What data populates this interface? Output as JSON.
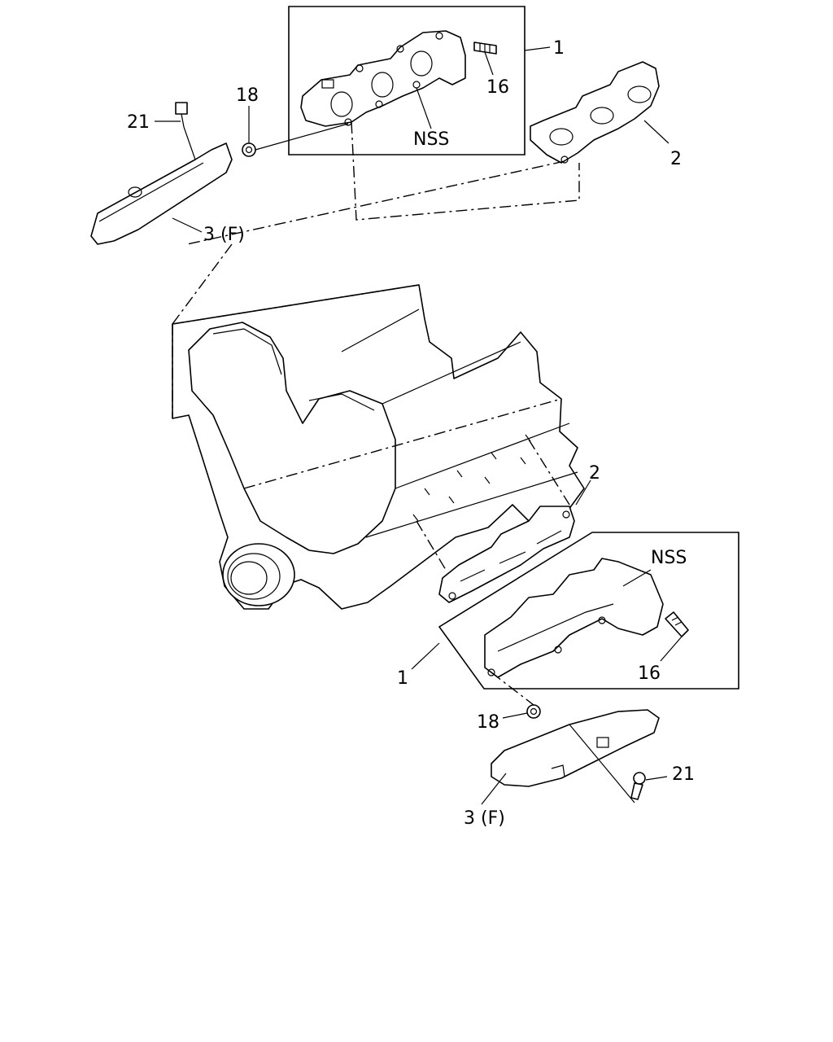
{
  "callouts": {
    "top_manifold": "1",
    "top_stud": "16",
    "top_nss": "NSS",
    "top_nut": "18",
    "top_bolt": "21",
    "top_shield": "3 (F)",
    "top_gasket": "2",
    "bottom_gasket": "2",
    "bottom_nss": "NSS",
    "bottom_manifold": "1",
    "bottom_stud": "16",
    "bottom_nut": "18",
    "bottom_bolt": "21",
    "bottom_shield": "3 (F)"
  }
}
